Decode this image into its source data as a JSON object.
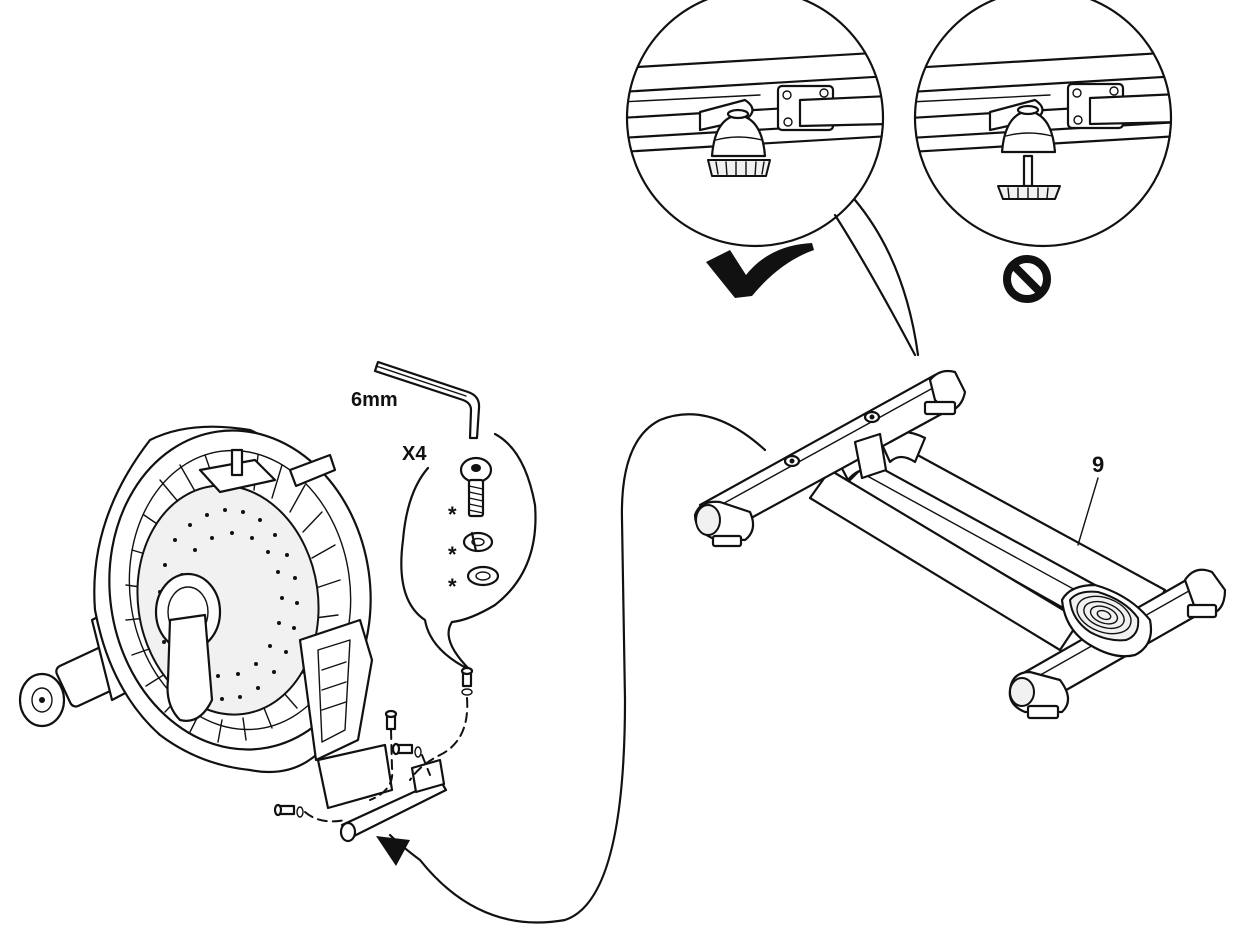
{
  "labels": {
    "wrench_size": "6mm",
    "quantity": "X4",
    "part_number": "9",
    "asterisk": "*"
  },
  "icons": [
    "allen-wrench-icon",
    "bolt-icon",
    "spring-washer-icon",
    "flat-washer-icon",
    "checkmark-icon",
    "prohibited-icon"
  ],
  "colors": {
    "ink": "#111111",
    "paper": "#ffffff"
  }
}
